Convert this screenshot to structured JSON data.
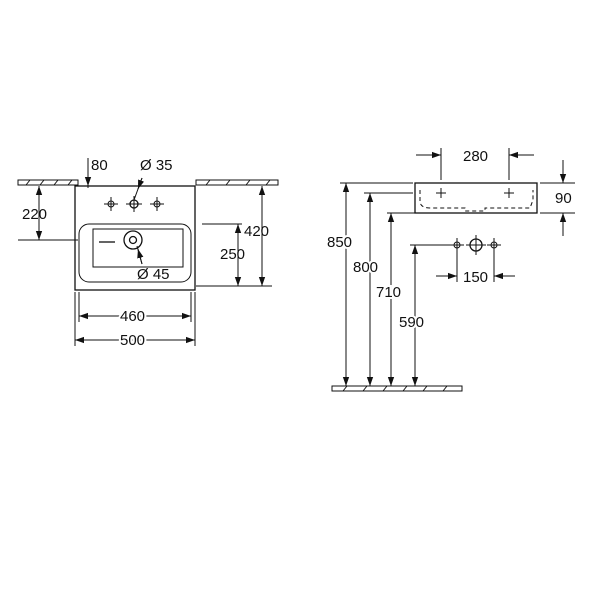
{
  "front_view": {
    "dim_80": "80",
    "dim_dia35": "Ø 35",
    "dim_220": "220",
    "dim_420": "420",
    "dim_250": "250",
    "dim_dia45": "Ø 45",
    "dim_460": "460",
    "dim_500": "500"
  },
  "side_view": {
    "dim_280": "280",
    "dim_90": "90",
    "dim_850": "850",
    "dim_800": "800",
    "dim_710": "710",
    "dim_590": "590",
    "dim_150": "150"
  }
}
